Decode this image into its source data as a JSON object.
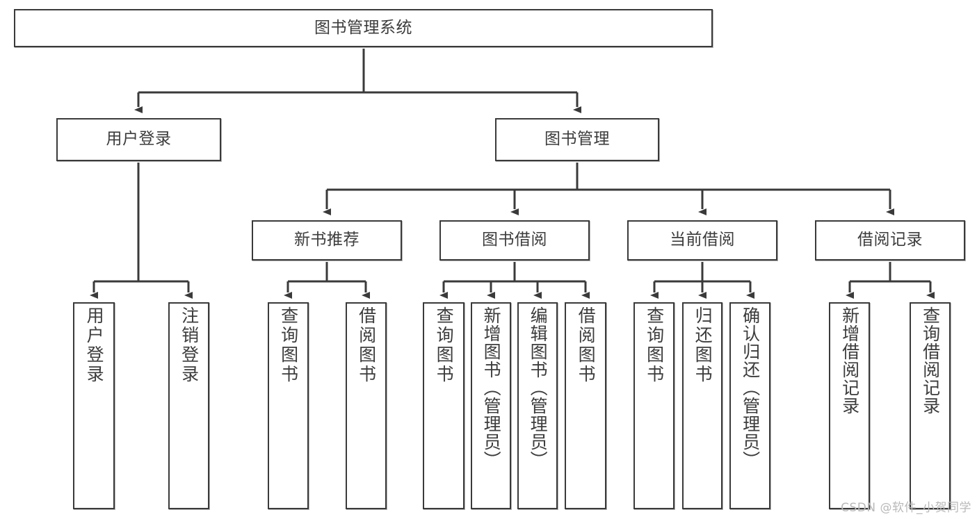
{
  "diagram": {
    "title": "图书管理系统",
    "watermark": "CSDN @软件_小贺同学",
    "line_color": "#3a3a3a",
    "box_fill": "#ffffff",
    "text_color": "#3c3c3c",
    "levels": {
      "root": {
        "label": "图书管理系统"
      },
      "level2": [
        {
          "label": "用户登录"
        },
        {
          "label": "图书管理"
        }
      ],
      "level3": [
        {
          "label": "新书推荐"
        },
        {
          "label": "图书借阅"
        },
        {
          "label": "当前借阅"
        },
        {
          "label": "借阅记录"
        }
      ],
      "leaves": {
        "user_login": [
          {
            "label": "用户登录"
          },
          {
            "label": "注销登录"
          }
        ],
        "new_book": [
          {
            "label": "查询图书"
          },
          {
            "label": "借阅图书"
          }
        ],
        "book_borrow": [
          {
            "label": "查询图书"
          },
          {
            "label": "新增图书（管理员）"
          },
          {
            "label": "编辑图书（管理员）"
          },
          {
            "label": "借阅图书"
          }
        ],
        "current_borrow": [
          {
            "label": "查询图书"
          },
          {
            "label": "归还图书"
          },
          {
            "label": "确认归还（管理员）"
          }
        ],
        "borrow_record": [
          {
            "label": "新增借阅记录"
          },
          {
            "label": "查询借阅记录"
          }
        ]
      }
    }
  }
}
